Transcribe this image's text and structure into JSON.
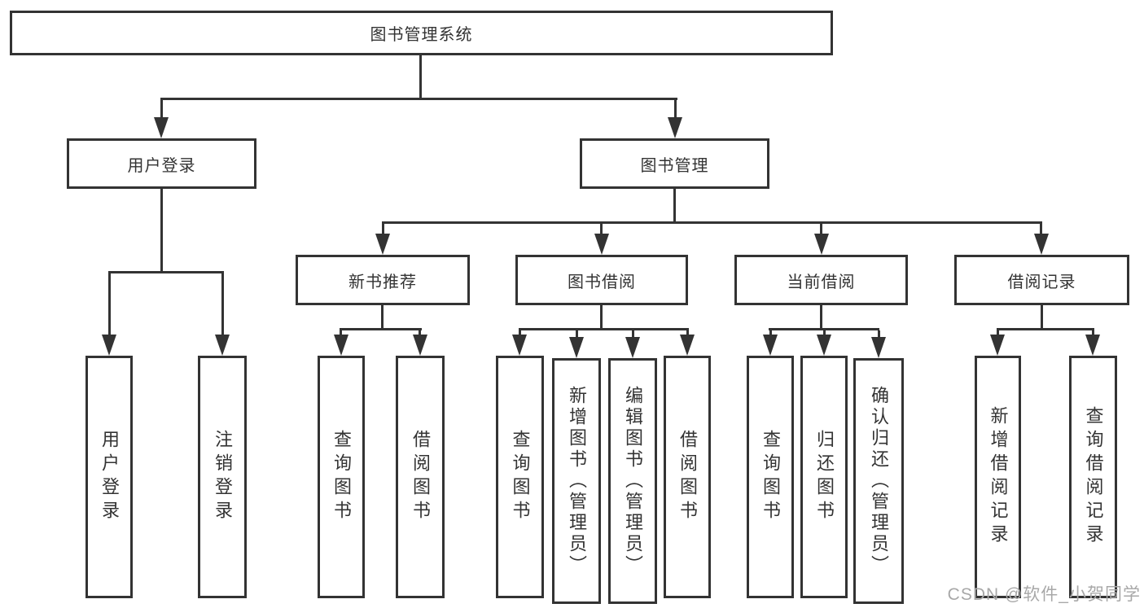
{
  "colors": {
    "line": "#333333",
    "text": "#333333",
    "watermark": "#a8a8a8",
    "background": "#ffffff"
  },
  "nodes": {
    "root": {
      "label": "图书管理系统"
    },
    "user_login": {
      "label": "用户登录"
    },
    "book_management": {
      "label": "图书管理"
    },
    "new_book_recommend": {
      "label": "新书推荐"
    },
    "book_borrowing": {
      "label": "图书借阅"
    },
    "current_borrowing": {
      "label": "当前借阅"
    },
    "borrowing_records": {
      "label": "借阅记录"
    },
    "leaf_user_login": {
      "label": "用户登录"
    },
    "leaf_logout_login": {
      "label": "注销登录"
    },
    "leaf_query_books_a": {
      "label": "查询图书"
    },
    "leaf_borrow_books_a": {
      "label": "借阅图书"
    },
    "leaf_query_books_b": {
      "label": "查询图书"
    },
    "leaf_add_books_admin": {
      "label": "新增图书（管理员）"
    },
    "leaf_edit_books_admin": {
      "label": "编辑图书（管理员）"
    },
    "leaf_borrow_books_b": {
      "label": "借阅图书"
    },
    "leaf_query_books_c": {
      "label": "查询图书"
    },
    "leaf_return_books": {
      "label": "归还图书"
    },
    "leaf_confirm_return_admin": {
      "label": "确认归还（管理员）"
    },
    "leaf_add_borrow_record": {
      "label": "新增借阅记录"
    },
    "leaf_query_borrow_record": {
      "label": "查询借阅记录"
    }
  },
  "watermark": {
    "text": "CSDN @软件_小贺同学"
  }
}
